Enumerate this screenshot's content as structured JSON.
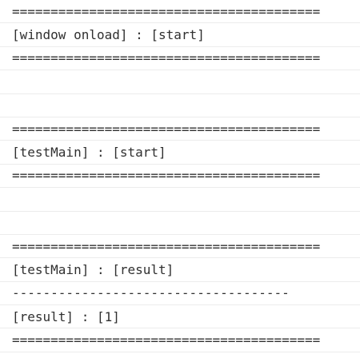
{
  "console": {
    "lines": [
      "========================================",
      "[window onload] : [start]",
      "========================================",
      "",
      "",
      "========================================",
      "[testMain] : [start]",
      "========================================",
      "",
      "",
      "========================================",
      "[testMain] : [result]",
      "------------------------------------",
      "[result] : [1]",
      "========================================"
    ]
  }
}
